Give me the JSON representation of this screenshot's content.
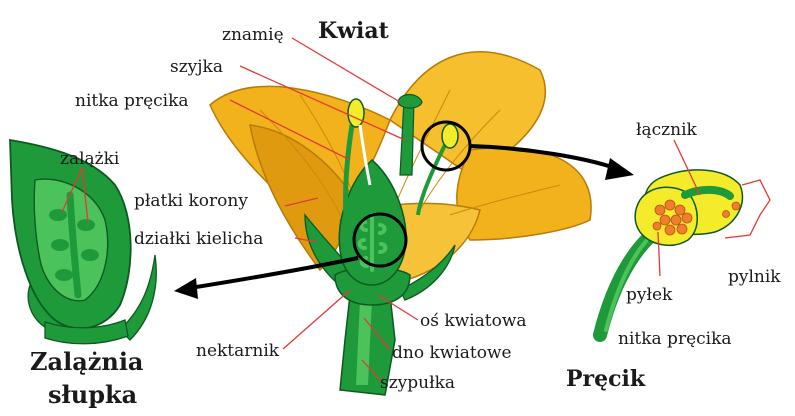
{
  "titles": {
    "flower": "Kwiat",
    "ovary_line1": "Zalążnia",
    "ovary_line2": "słupka",
    "stamen": "Pręcik"
  },
  "labels": {
    "stigma": "znamię",
    "style": "szyjka",
    "filament_left": "nitka pręcika",
    "ovules": "zalążki",
    "petals": "płatki korony",
    "sepals": "działki kielicha",
    "nectary": "nektarnik",
    "floral_axis": "oś kwiatowa",
    "receptacle": "dno kwiatowe",
    "pedicel": "szypułka",
    "connective": "łącznik",
    "anther": "pylnik",
    "pollen": "pyłek",
    "filament_right": "nitka pręcika"
  },
  "colors": {
    "petal": "#f2b21c",
    "petal_shade": "#e09a10",
    "green": "#1f9a3a",
    "green_dark": "#0c5a22",
    "green_light": "#4cc25a",
    "anther": "#f4ec2a",
    "pollen": "#f07f2b",
    "leader": "#e53935"
  }
}
